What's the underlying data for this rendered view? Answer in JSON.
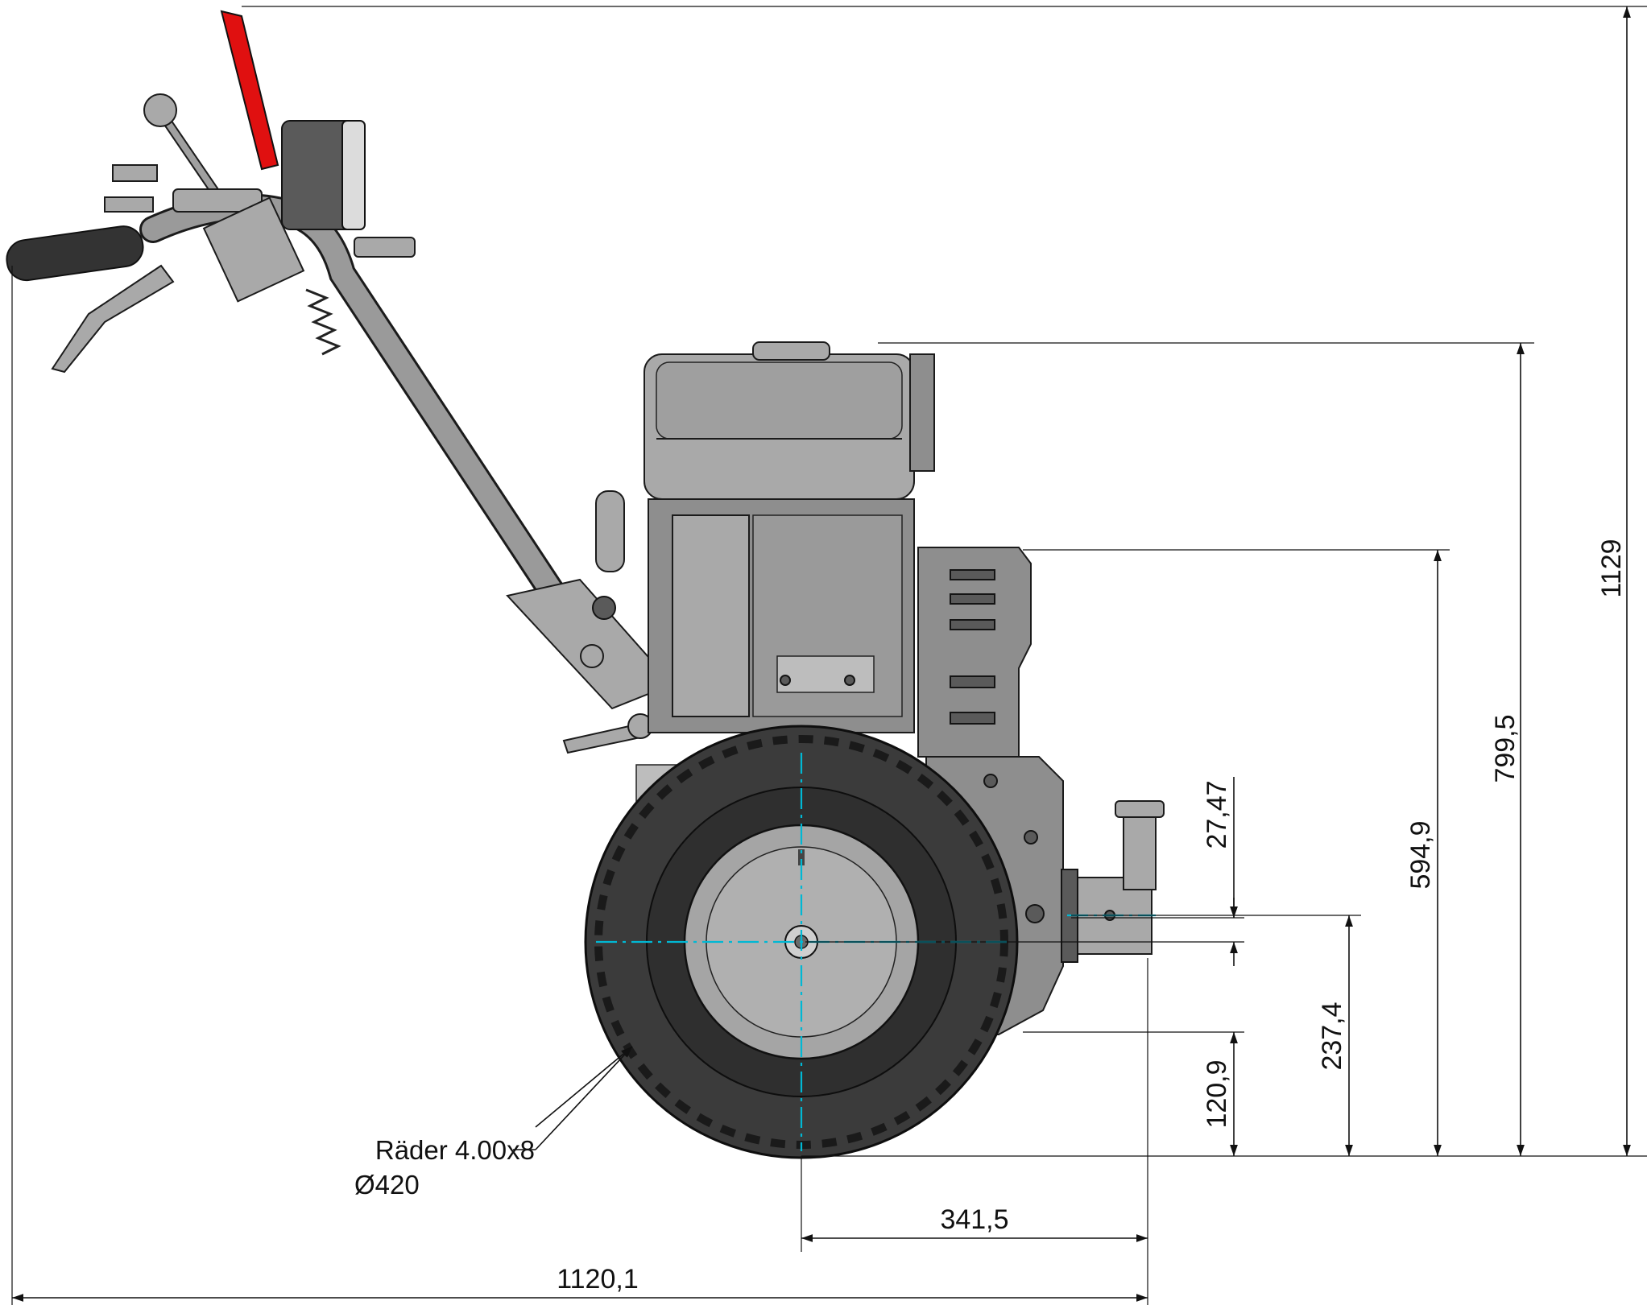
{
  "dimensions": {
    "total_height": "1129",
    "height_tank_top": "799,5",
    "height_housing_top": "594,9",
    "height_pto_shaft": "237,4",
    "height_ground_clearance": "120,9",
    "axle_offset": "27,47",
    "wheel_to_pto_length": "341,5",
    "total_length": "1120,1"
  },
  "wheel_note": {
    "line1": "Räder 4.00x8",
    "line2": "Ø420"
  },
  "colors": {
    "centerline": "#00b8d4",
    "parking_flag": "#e01010",
    "body": "#8e8e8e",
    "tyre": "#3b3b3b"
  }
}
